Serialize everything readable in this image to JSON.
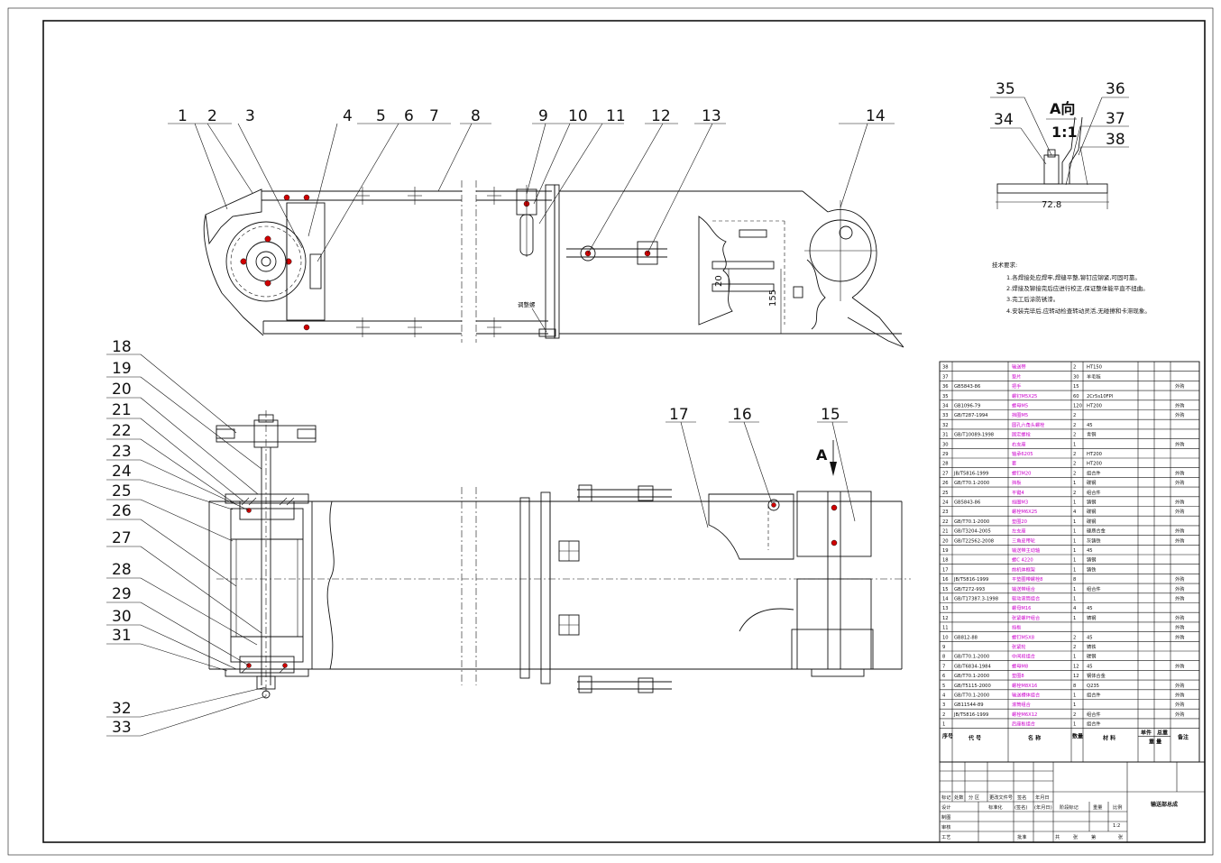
{
  "drawing": {
    "view_label": "A向",
    "view_scale": "1:1",
    "section_arrow": "A",
    "dimensions": {
      "width_72": "72.8",
      "dim_20": "20",
      "dim_155": "155"
    },
    "side_label": "调整螺"
  },
  "balloons": {
    "top": [
      "1",
      "2",
      "3",
      "4",
      "5",
      "6",
      "7",
      "8",
      "9",
      "10",
      "11",
      "12",
      "13",
      "14"
    ],
    "detail": [
      "35",
      "34",
      "36",
      "37",
      "38"
    ],
    "left": [
      "18",
      "19",
      "20",
      "21",
      "22",
      "23",
      "24",
      "25",
      "26",
      "27",
      "28",
      "29",
      "30",
      "31",
      "32",
      "33"
    ],
    "plan": [
      "17",
      "16",
      "15"
    ]
  },
  "notes": {
    "title": "技术要求:",
    "items": [
      "1.各焊接处应焊牢,焊缝平整,铆钉应铆紧,可固可靠。",
      "2.焊接及铆接完后应进行校正,保证整体能平直不扭曲。",
      "3.完工后涂防锈漆。",
      "4.安装完毕后,应转动检查转动灵活,无碰擦和卡滞现象。"
    ]
  },
  "bom": {
    "header": {
      "no": "序号",
      "code": "代 号",
      "name": "名 称",
      "qty": "数量",
      "material": "材 料",
      "unit_weight": "单件",
      "total_weight": "总重",
      "weight": "重 量",
      "remark": "备注"
    },
    "rows": [
      {
        "no": "38",
        "code": "",
        "name": "输送带",
        "qty": "2",
        "mat": "HT150",
        "rem": ""
      },
      {
        "no": "37",
        "code": "",
        "name": "垫片",
        "qty": "30",
        "mat": "羊毛毡",
        "rem": ""
      },
      {
        "no": "36",
        "code": "GB5843-86",
        "name": "把手",
        "qty": "15",
        "mat": "",
        "rem": "外购"
      },
      {
        "no": "35",
        "code": "",
        "name": "螺钉M5X25",
        "qty": "60",
        "mat": "2Cr5s10FPl",
        "rem": ""
      },
      {
        "no": "34",
        "code": "GB1096-79",
        "name": "螺母M5",
        "qty": "120",
        "mat": "HT200",
        "rem": "外购"
      },
      {
        "no": "33",
        "code": "GB/T287-1994",
        "name": "挡圈M5",
        "qty": "2",
        "mat": "",
        "rem": "外购"
      },
      {
        "no": "32",
        "code": "",
        "name": "圆孔六角头螺栓",
        "qty": "2",
        "mat": "45",
        "rem": ""
      },
      {
        "no": "31",
        "code": "GB/T10089-1998",
        "name": "固定螺栓",
        "qty": "2",
        "mat": "青铜",
        "rem": ""
      },
      {
        "no": "30",
        "code": "",
        "name": "右支座",
        "qty": "1",
        "mat": "",
        "rem": "外购"
      },
      {
        "no": "29",
        "code": "",
        "name": "轴承6205",
        "qty": "2",
        "mat": "HT200",
        "rem": ""
      },
      {
        "no": "28",
        "code": "",
        "name": "套",
        "qty": "2",
        "mat": "HT200",
        "rem": ""
      },
      {
        "no": "27",
        "code": "JB/T5816-1999",
        "name": "螺钉M20",
        "qty": "2",
        "mat": "组合件",
        "rem": "外购"
      },
      {
        "no": "26",
        "code": "GB/T70.1-2000",
        "name": "挡板",
        "qty": "1",
        "mat": "碳钢",
        "rem": "外购"
      },
      {
        "no": "25",
        "code": "",
        "name": "平键4",
        "qty": "2",
        "mat": "组合件",
        "rem": ""
      },
      {
        "no": "24",
        "code": "GB5843-86",
        "name": "挡圈M3",
        "qty": "1",
        "mat": "铸钢",
        "rem": "外购"
      },
      {
        "no": "23",
        "code": "",
        "name": "螺栓M6X25",
        "qty": "4",
        "mat": "碳钢",
        "rem": "外购"
      },
      {
        "no": "22",
        "code": "GB/T70.1-2000",
        "name": "垫圈20",
        "qty": "1",
        "mat": "碳钢",
        "rem": ""
      },
      {
        "no": "21",
        "code": "GB/T3204-2005",
        "name": "左支座",
        "qty": "1",
        "mat": "硬质合金",
        "rem": "外购"
      },
      {
        "no": "20",
        "code": "GB/T22562-2008",
        "name": "三角皮带轮",
        "qty": "1",
        "mat": "灰铸铁",
        "rem": "外购"
      },
      {
        "no": "19",
        "code": "",
        "name": "输送带主动轴",
        "qty": "1",
        "mat": "45",
        "rem": ""
      },
      {
        "no": "18",
        "code": "",
        "name": "螺C 4220",
        "qty": "1",
        "mat": "铸钢",
        "rem": ""
      },
      {
        "no": "17",
        "code": "",
        "name": "前机体框架",
        "qty": "1",
        "mat": "铸铁",
        "rem": ""
      },
      {
        "no": "16",
        "code": "JB/T5816-1999",
        "name": "平垫圈带螺栓8",
        "qty": "8",
        "mat": "",
        "rem": "外购"
      },
      {
        "no": "15",
        "code": "GB/T272-993",
        "name": "输送带组合",
        "qty": "1",
        "mat": "组合件",
        "rem": "外购"
      },
      {
        "no": "14",
        "code": "GB/T17387.3-1998",
        "name": "驱动滚筒组合",
        "qty": "1",
        "mat": "",
        "rem": "外购"
      },
      {
        "no": "13",
        "code": "",
        "name": "螺母M16",
        "qty": "4",
        "mat": "45",
        "rem": ""
      },
      {
        "no": "12",
        "code": "",
        "name": "张紧螺杆组合",
        "qty": "1",
        "mat": "铸钢",
        "rem": "外购"
      },
      {
        "no": "11",
        "code": "",
        "name": "挡板",
        "qty": "",
        "mat": "",
        "rem": "外购"
      },
      {
        "no": "10",
        "code": "GB812-88",
        "name": "螺钉M5X8",
        "qty": "2",
        "mat": "45",
        "rem": "外购"
      },
      {
        "no": "9",
        "code": "",
        "name": "张紧轮",
        "qty": "2",
        "mat": "铸铁",
        "rem": ""
      },
      {
        "no": "8",
        "code": "GB/T70.1-2000",
        "name": "中间段组合",
        "qty": "1",
        "mat": "碳钢",
        "rem": ""
      },
      {
        "no": "7",
        "code": "GB/T6834-1984",
        "name": "螺母M8",
        "qty": "12",
        "mat": "45",
        "rem": "外购"
      },
      {
        "no": "6",
        "code": "GB/T70.1-2000",
        "name": "垫圈8",
        "qty": "12",
        "mat": "钢体合金",
        "rem": ""
      },
      {
        "no": "5",
        "code": "GB/T5115-2000",
        "name": "螺栓M8X16",
        "qty": "8",
        "mat": "Q235",
        "rem": "外购"
      },
      {
        "no": "4",
        "code": "GB/T70.1-2000",
        "name": "输送槽体组合",
        "qty": "1",
        "mat": "组合件",
        "rem": "外购"
      },
      {
        "no": "3",
        "code": "GB11544-89",
        "name": "滚筒组合",
        "qty": "1",
        "mat": "",
        "rem": "外购"
      },
      {
        "no": "2",
        "code": "JB/T5816-1999",
        "name": "螺栓M6X12",
        "qty": "2",
        "mat": "组合件",
        "rem": "外购"
      },
      {
        "no": "1",
        "code": "",
        "name": "后座板组合",
        "qty": "1",
        "mat": "组合件",
        "rem": ""
      }
    ]
  },
  "title_block": {
    "drawing_name": "输送部总成",
    "scale_label": "比例",
    "scale_value": "1:2",
    "labels": {
      "mark": "标记",
      "count": "处数",
      "zone": "分 区",
      "change_doc": "更改文件号",
      "sign": "签名",
      "date": "年月日",
      "design": "设计",
      "draw": "制图",
      "check": "审核",
      "process": "工艺",
      "approve": "批准",
      "std": "标准化",
      "sign2": "(签名)",
      "date2": "(年月日)",
      "stage": "阶段标记",
      "weight": "重量",
      "total": "共",
      "sheets": "张",
      "page": "第",
      "page2": "张"
    }
  }
}
